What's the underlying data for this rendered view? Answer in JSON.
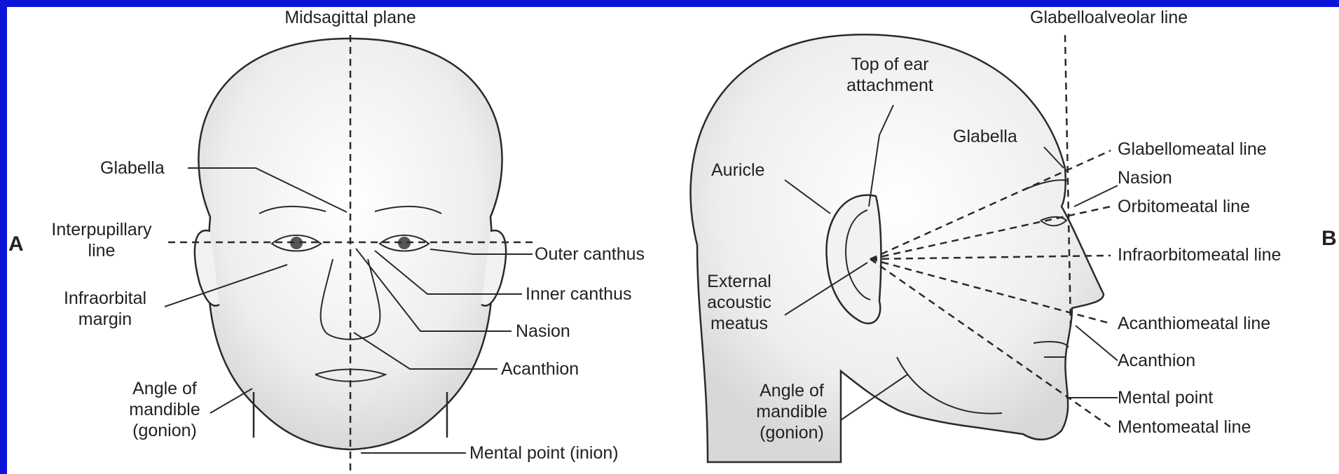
{
  "colors": {
    "frame": "#0b14d8",
    "background": "#ffffff",
    "lines": "#2a2a2a",
    "text": "#222222"
  },
  "figure_a": {
    "panel_letter": "A",
    "plane_label": "Midsagittal plane",
    "labels": {
      "glabella": "Glabella",
      "interpupillary_1": "Interpupillary",
      "interpupillary_2": "line",
      "infraorbital_1": "Infraorbital",
      "infraorbital_2": "margin",
      "angle_1": "Angle of",
      "angle_2": "mandible",
      "angle_3": "(gonion)",
      "outer_canthus": "Outer canthus",
      "inner_canthus": "Inner canthus",
      "nasion": "Nasion",
      "acanthion": "Acanthion",
      "mental_point": "Mental point (inion)"
    }
  },
  "figure_b": {
    "panel_letter": "B",
    "line_label": "Glabelloalveolar line",
    "labels": {
      "top_ear_1": "Top of ear",
      "top_ear_2": "attachment",
      "auricle": "Auricle",
      "glabella": "Glabella",
      "external_1": "External",
      "external_2": "acoustic",
      "external_3": "meatus",
      "angle_1": "Angle of",
      "angle_2": "mandible",
      "angle_3": "(gonion)",
      "glabellomeatal": "Glabellomeatal line",
      "nasion": "Nasion",
      "orbitomeatal": "Orbitomeatal line",
      "infraorbitomeatal": "Infraorbitomeatal line",
      "acanthiomeatal": "Acanthiomeatal line",
      "acanthion": "Acanthion",
      "mental_point": "Mental point",
      "mentomeatal": "Mentomeatal line"
    }
  }
}
